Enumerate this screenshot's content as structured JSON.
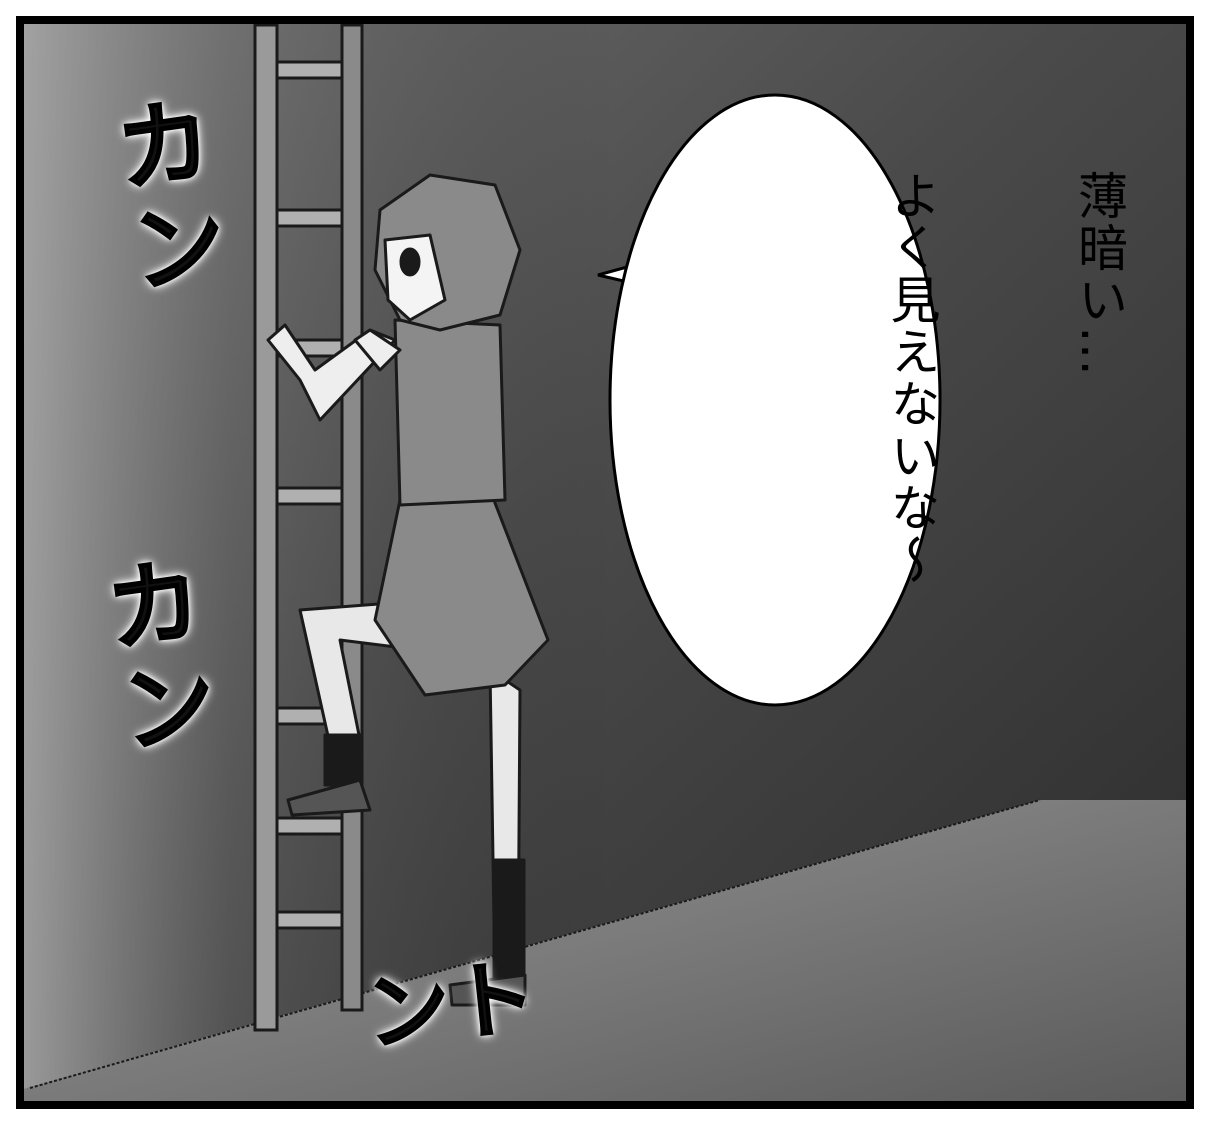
{
  "panel": {
    "sfx": [
      "カン",
      "カン",
      "トン"
    ],
    "speech_lines": [
      "薄暗い…",
      "よく見えないな〜"
    ]
  },
  "colors": {
    "frame": "#000000",
    "bg_light": "#b8b8b8",
    "bg_dark": "#2a2a2a",
    "floor": "#7a7a7a",
    "balloon": "#ffffff"
  }
}
